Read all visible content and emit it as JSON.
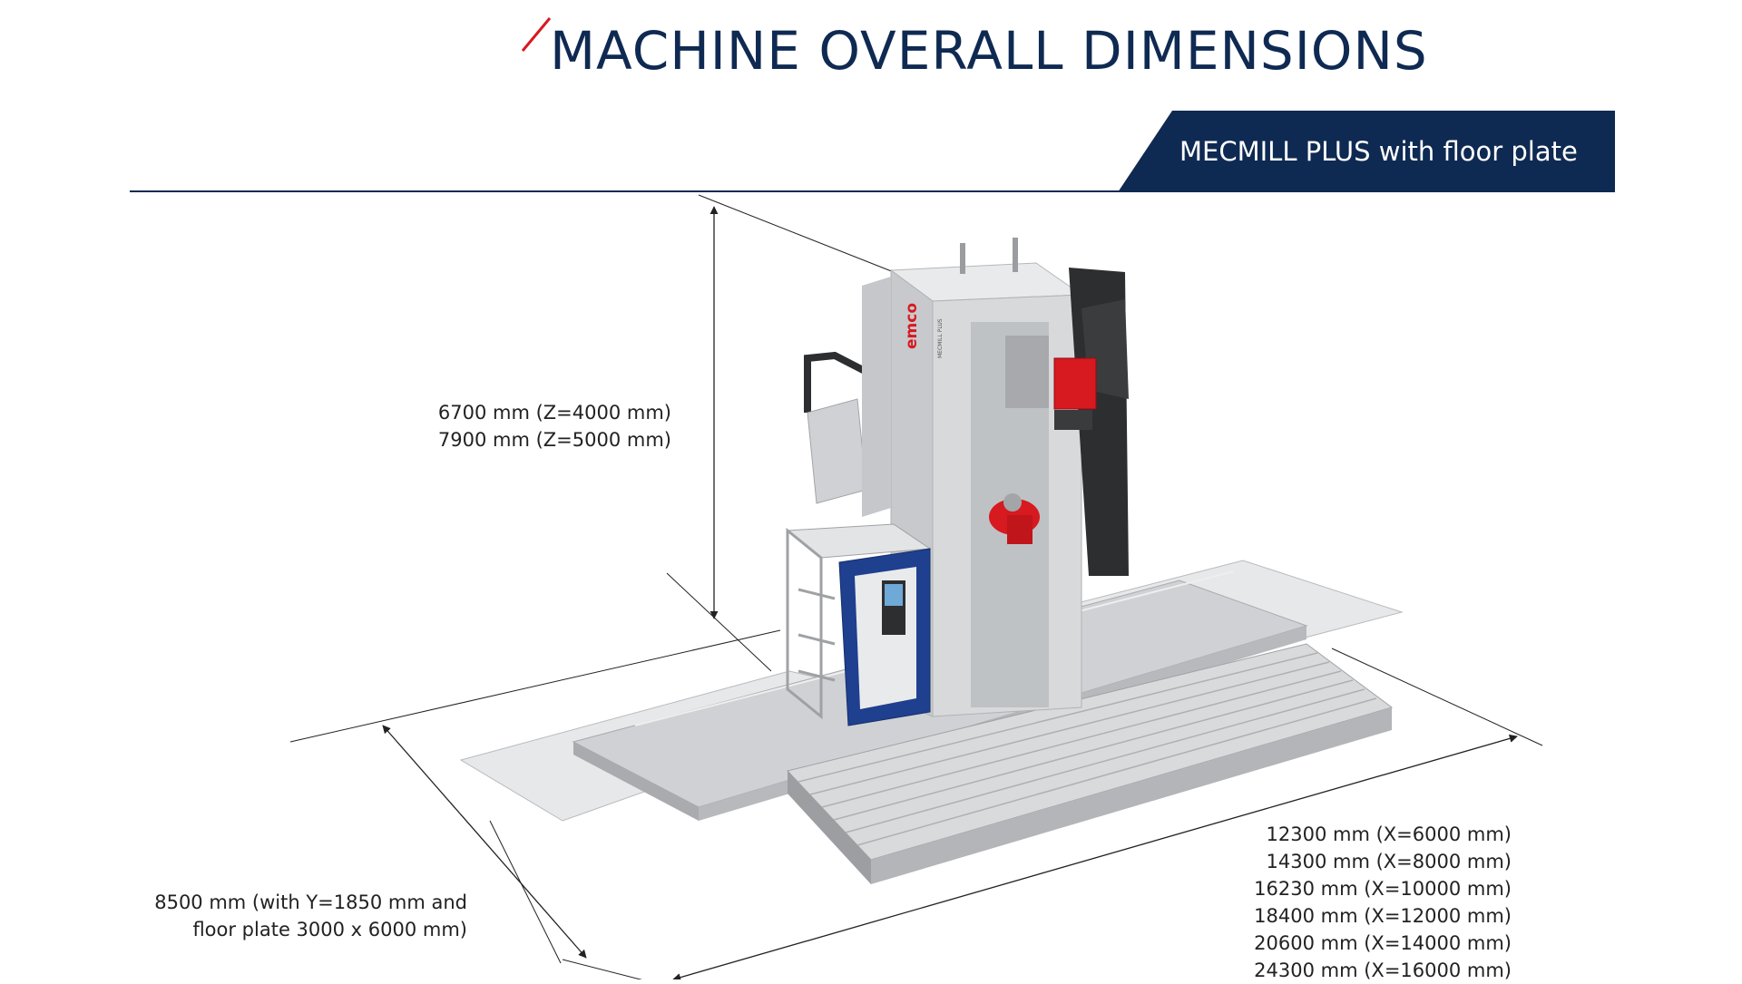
{
  "header": {
    "title": "MACHINE OVERALL DIMENSIONS",
    "banner": "MECMILL PLUS with floor plate"
  },
  "machine": {
    "brand_logo": "emco",
    "column_label": "MECMILL PLUS"
  },
  "dimensions": {
    "height": [
      "6700 mm (Z=4000 mm)",
      "7900 mm (Z=5000 mm)"
    ],
    "depth": [
      "8500 mm (with Y=1850 mm and",
      "floor plate 3000 x 6000 mm)"
    ],
    "length": [
      "12300 mm (X=6000 mm)",
      "14300 mm (X=8000 mm)",
      "16230 mm (X=10000 mm)",
      "18400 mm (X=12000 mm)",
      "20600 mm (X=14000 mm)",
      "24300 mm (X=16000 mm)"
    ]
  },
  "colors": {
    "navy": "#0f2a52",
    "accent_red": "#d71920",
    "machine_grey": "#d6d7d9",
    "operator_blue": "#1f3f8f"
  }
}
